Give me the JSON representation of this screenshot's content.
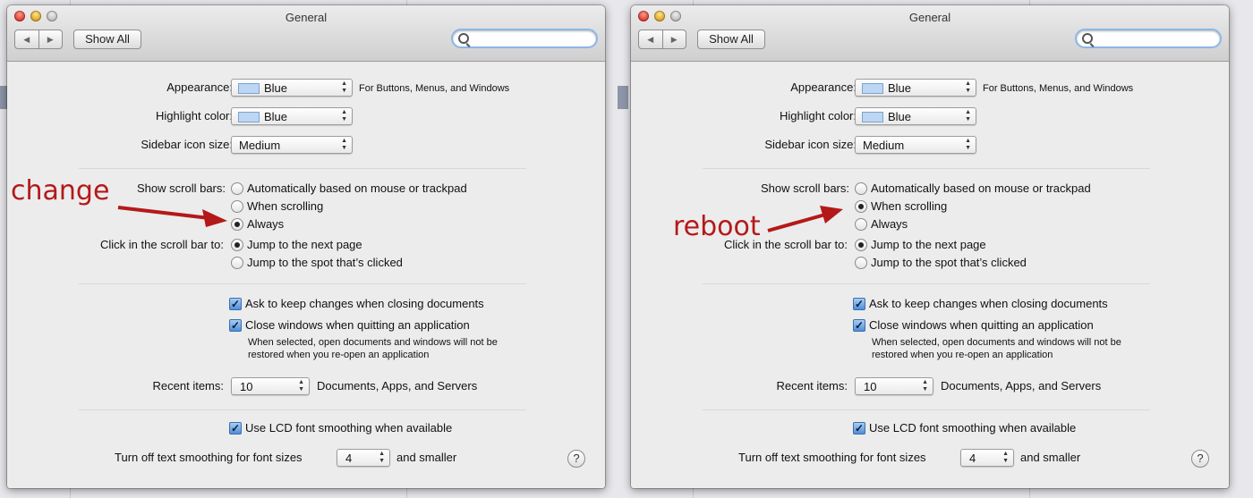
{
  "accent": "#b41919",
  "left_window": {
    "title": "General",
    "show_all": "Show All",
    "appearance_label": "Appearance:",
    "appearance_value": "Blue",
    "appearance_note": "For Buttons, Menus, and Windows",
    "highlight_label": "Highlight color:",
    "highlight_value": "Blue",
    "sidebar_label": "Sidebar icon size:",
    "sidebar_value": "Medium",
    "scroll_label": "Show scroll bars:",
    "scroll_options": [
      "Automatically based on mouse or trackpad",
      "When scrolling",
      "Always"
    ],
    "scroll_selected": "Always",
    "click_label": "Click in the scroll bar to:",
    "click_options": [
      "Jump to the next page",
      "Jump to the spot that’s clicked"
    ],
    "click_selected": "Jump to the next page",
    "ask_keep": "Ask to keep changes when closing documents",
    "close_windows": "Close windows when quitting an application",
    "close_note_1": "When selected, open documents and windows will not be",
    "close_note_2": "restored when you re-open an application",
    "recent_label": "Recent items:",
    "recent_value": "10",
    "recent_note": "Documents, Apps, and Servers",
    "lcd": "Use LCD font smoothing when available",
    "smoothing_label": "Turn off text smoothing for font sizes",
    "smoothing_value": "4",
    "smoothing_note": "and smaller",
    "help": "?",
    "annotation": "change"
  },
  "right_window": {
    "title": "General",
    "show_all": "Show All",
    "appearance_label": "Appearance:",
    "appearance_value": "Blue",
    "appearance_note": "For Buttons, Menus, and Windows",
    "highlight_label": "Highlight color:",
    "highlight_value": "Blue",
    "sidebar_label": "Sidebar icon size:",
    "sidebar_value": "Medium",
    "scroll_label": "Show scroll bars:",
    "scroll_options": [
      "Automatically based on mouse or trackpad",
      "When scrolling",
      "Always"
    ],
    "scroll_selected": "When scrolling",
    "click_label": "Click in the scroll bar to:",
    "click_options": [
      "Jump to the next page",
      "Jump to the spot that’s clicked"
    ],
    "click_selected": "Jump to the next page",
    "ask_keep": "Ask to keep changes when closing documents",
    "close_windows": "Close windows when quitting an application",
    "close_note_1": "When selected, open documents and windows will not be",
    "close_note_2": "restored when you re-open an application",
    "recent_label": "Recent items:",
    "recent_value": "10",
    "recent_note": "Documents, Apps, and Servers",
    "lcd": "Use LCD font smoothing when available",
    "smoothing_label": "Turn off text smoothing for font sizes",
    "smoothing_value": "4",
    "smoothing_note": "and smaller",
    "help": "?",
    "annotation": "reboot"
  }
}
